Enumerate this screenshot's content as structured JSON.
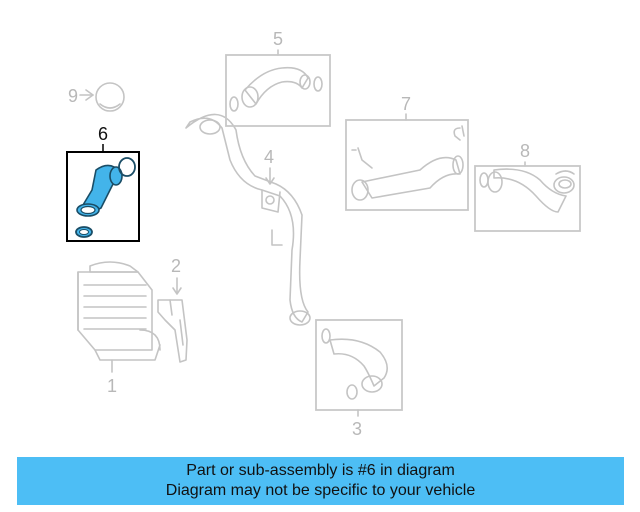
{
  "callouts": {
    "c1": "1",
    "c2": "2",
    "c3": "3",
    "c4": "4",
    "c5": "5",
    "c6": "6",
    "c7": "7",
    "c8": "8",
    "c9": "9"
  },
  "highlighted_part": "6",
  "colors": {
    "highlight_fill": "#43b4ea",
    "banner_background": "#4dbef5",
    "parts_line": "#c4c4c4"
  },
  "banner": {
    "line1": "Part or sub-assembly is #6 in diagram",
    "line2": "Diagram may not be specific to your vehicle"
  }
}
